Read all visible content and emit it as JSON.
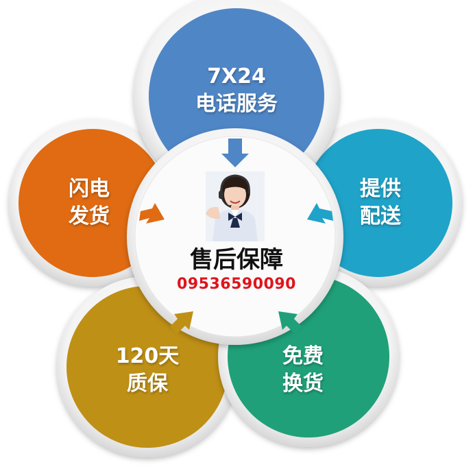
{
  "center": {
    "title": "售后保障",
    "phone": "09536590090"
  },
  "circles": [
    {
      "id": "top",
      "line1": "7X24",
      "line2": "电话服务",
      "color": "#4f86c6"
    },
    {
      "id": "right",
      "line1": "提供",
      "line2": "配送",
      "color": "#1fa3c9"
    },
    {
      "id": "bottom-right",
      "line1": "免费",
      "line2": "换货",
      "color": "#1fa079"
    },
    {
      "id": "bottom-left",
      "line1": "120天",
      "line2": "质保",
      "color": "#bf9016"
    },
    {
      "id": "left",
      "line1": "闪电",
      "line2": "发货",
      "color": "#e06b12"
    }
  ]
}
